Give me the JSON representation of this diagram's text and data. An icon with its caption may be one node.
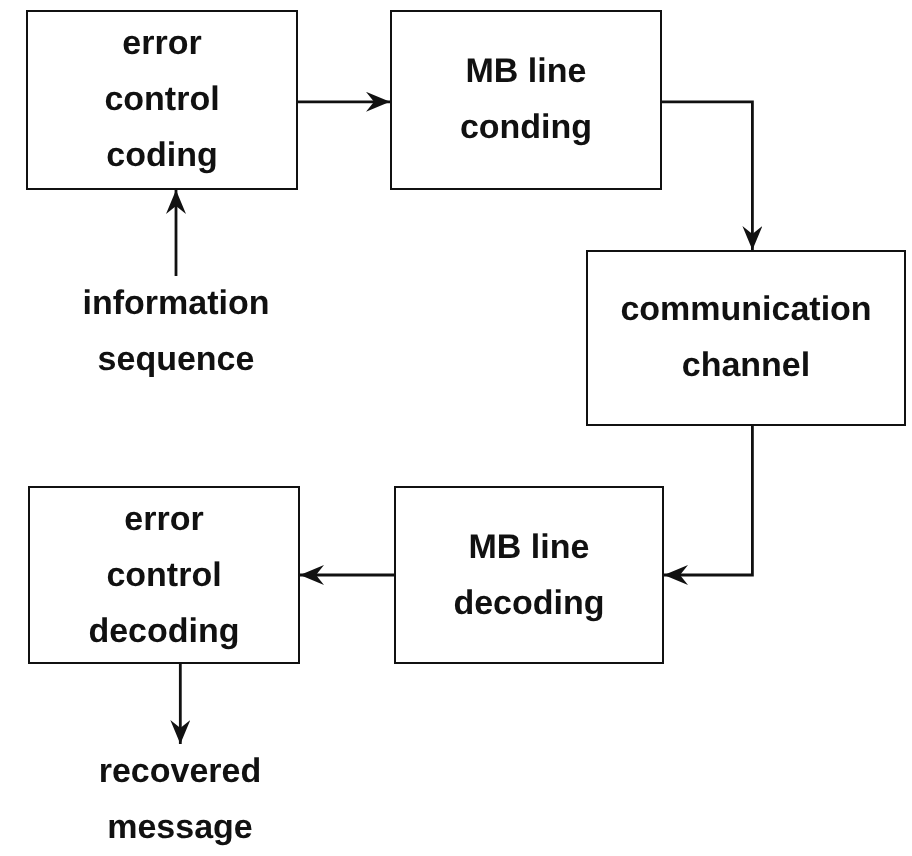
{
  "diagram": {
    "nodes": [
      {
        "text": [
          "error control coding"
        ]
      },
      {
        "text": [
          "MB line conding"
        ]
      },
      {
        "text": [
          "information sequence"
        ]
      },
      {
        "text": [
          "communication channel"
        ]
      },
      {
        "text": [
          "MB line decoding"
        ]
      },
      {
        "text": [
          "error control decoding"
        ]
      },
      {
        "text": [
          "recovered message"
        ]
      }
    ],
    "edges": [
      {
        "from": 2,
        "to": 0,
        "arrow": "to"
      },
      {
        "from": 0,
        "to": 1,
        "arrow": "to"
      },
      {
        "from": 1,
        "to": 3,
        "arrow": "to"
      },
      {
        "from": 3,
        "to": 4,
        "arrow": "to"
      },
      {
        "from": 4,
        "to": 5,
        "arrow": "to"
      },
      {
        "from": 5,
        "to": 6,
        "arrow": "to"
      }
    ]
  }
}
